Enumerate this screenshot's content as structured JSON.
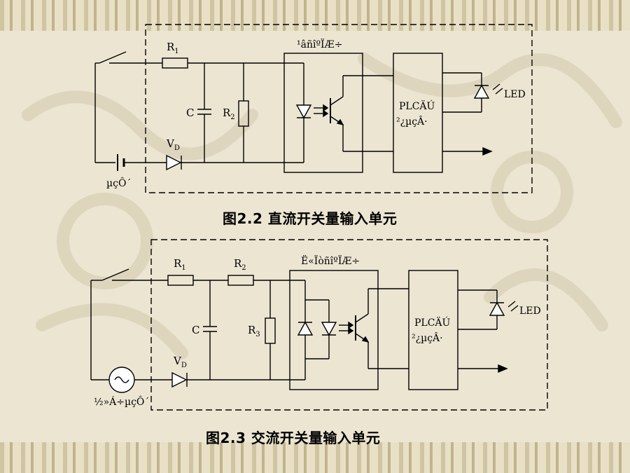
{
  "diagram1": {
    "caption": "图2.2  直流开关量输入单元",
    "labels": {
      "r1": "R",
      "r1_sub": "1",
      "c": "C",
      "r2": "R",
      "r2_sub": "2",
      "vd": "V",
      "vd_sub": "D",
      "source": "µçÔ´",
      "coupler": "¹âñîºÏÆ÷",
      "plc_line1": "PLCÄÚ",
      "plc_line2": "²¿µçÂ·",
      "led": "LED"
    }
  },
  "diagram2": {
    "caption": "图2.3  交流开关量输入单元",
    "labels": {
      "r1": "R",
      "r1_sub": "1",
      "r2": "R",
      "r2_sub": "2",
      "c": "C",
      "r3": "R",
      "r3_sub": "3",
      "vd": "V",
      "vd_sub": "D",
      "source": "½»Á÷µçÔ´",
      "coupler": "Ë«ÏòñîºÏÆ÷",
      "plc_line1": "PLCÄÚ",
      "plc_line2": "²¿µçÂ·",
      "led": "LED"
    }
  }
}
